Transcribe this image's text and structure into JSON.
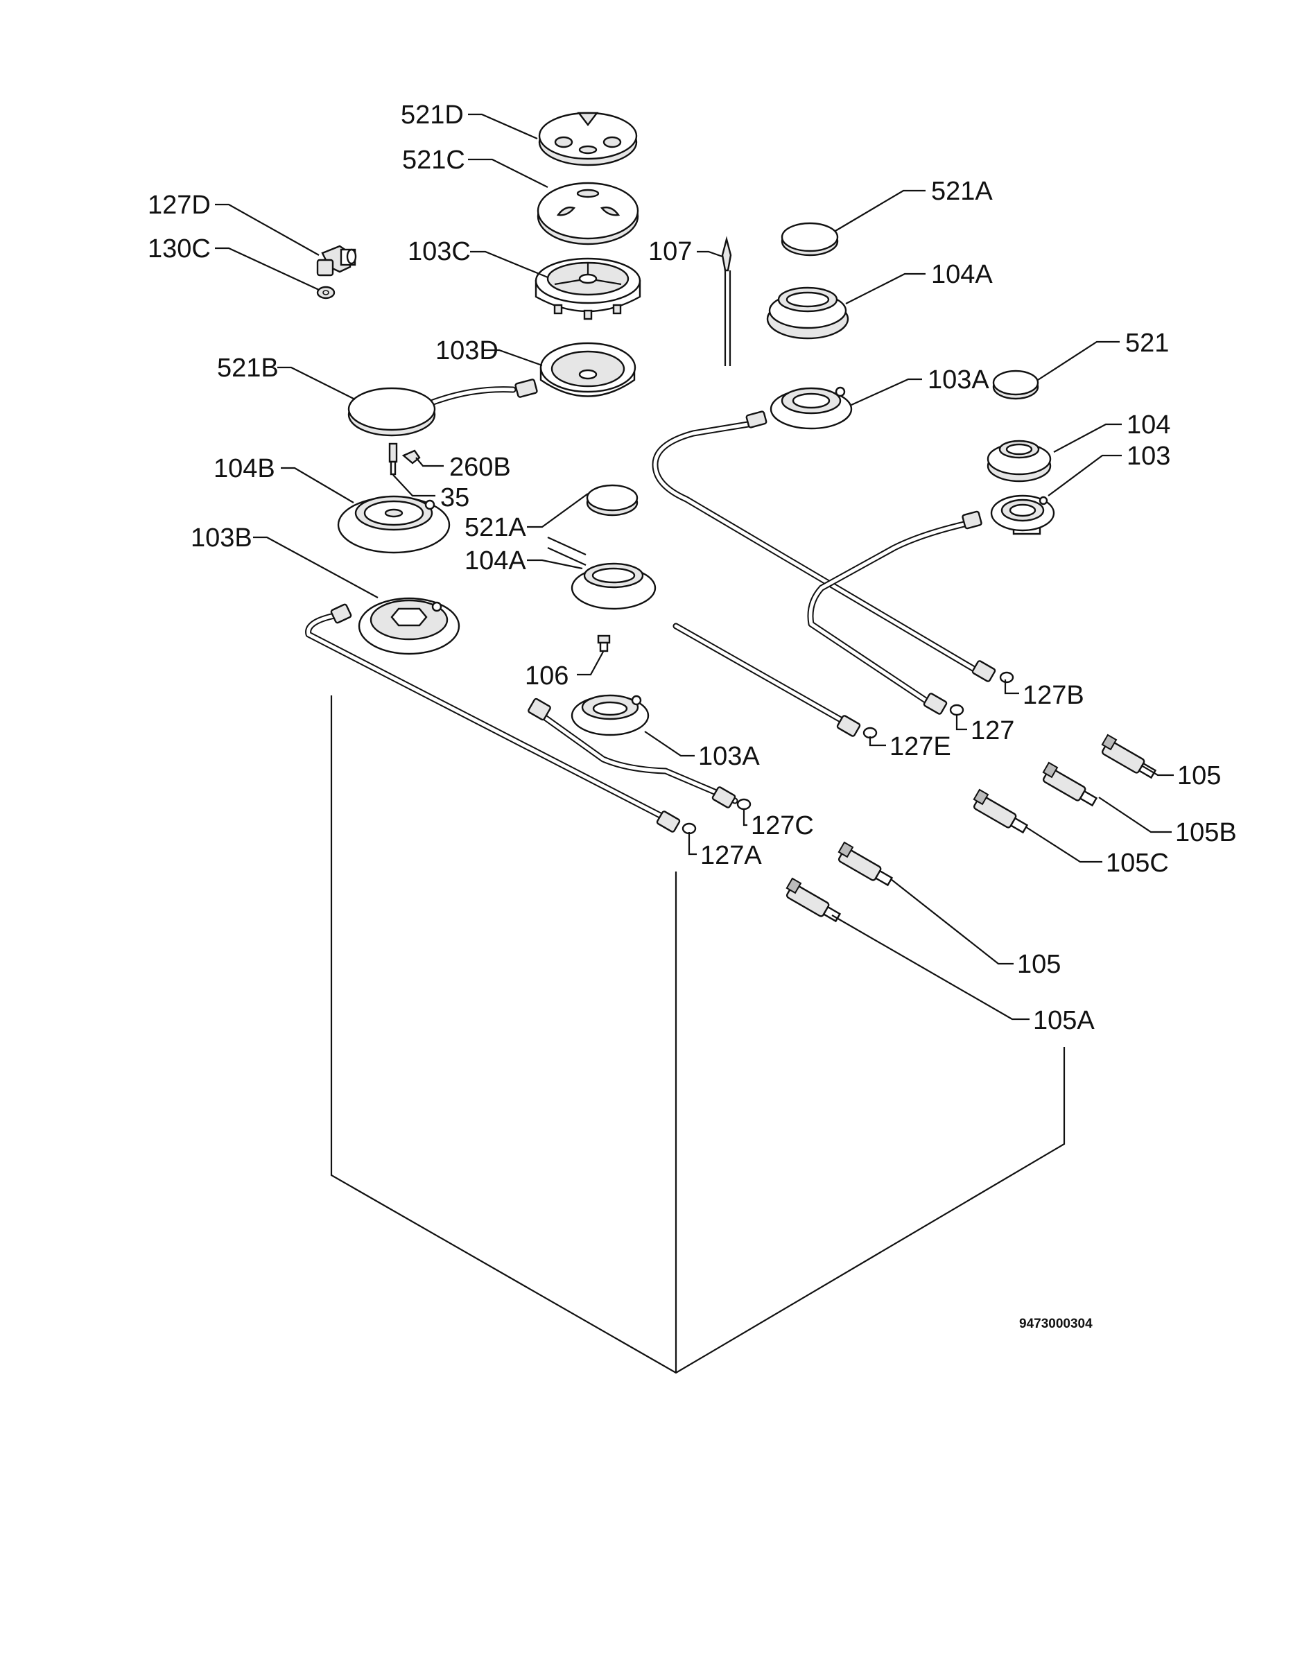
{
  "labels": {
    "l521D": "521D",
    "l521C": "521C",
    "l127D": "127D",
    "l130C": "130C",
    "l103C": "103C",
    "l107": "107",
    "l521A_top": "521A",
    "l104A_top": "104A",
    "l103D": "103D",
    "l521B": "521B",
    "l521": "521",
    "l103A_top": "103A",
    "l104": "104",
    "l103": "103",
    "l260B": "260B",
    "l35": "35",
    "l104B": "104B",
    "l521A_mid": "521A",
    "l104A_mid": "104A",
    "l103B": "103B",
    "l106": "106",
    "l127B": "127B",
    "l127": "127",
    "l127E": "127E",
    "l103A_low": "103A",
    "l105_top": "105",
    "l105B": "105B",
    "l127C": "127C",
    "l105C": "105C",
    "l127A": "127A",
    "l105_low": "105",
    "l105A": "105A"
  },
  "drawing_code": "9473000304"
}
